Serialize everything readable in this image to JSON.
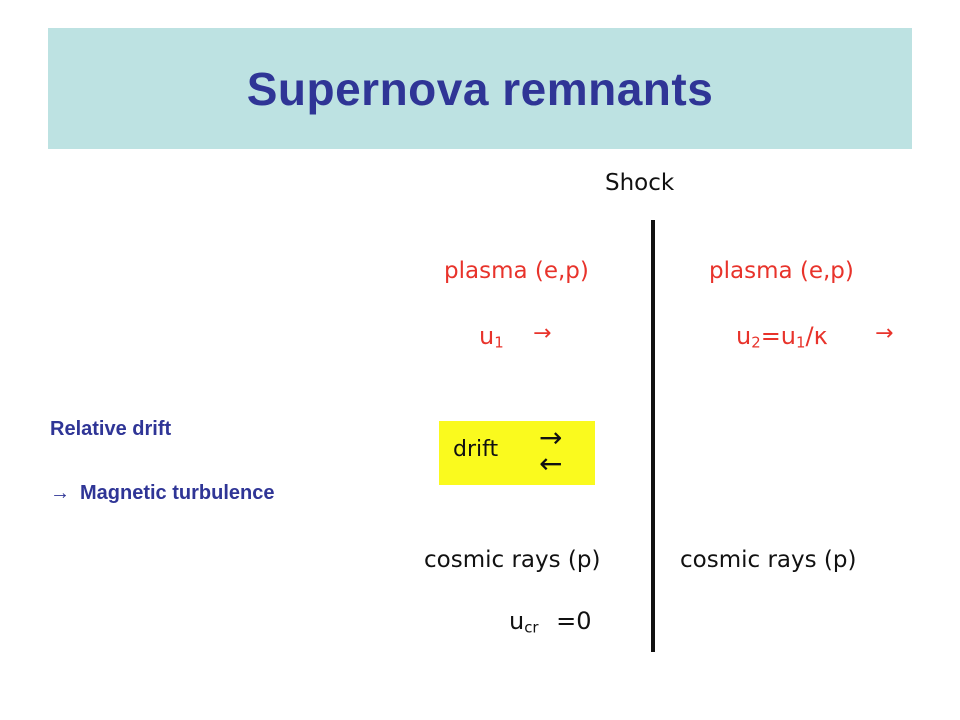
{
  "slide": {
    "title": "Supernova remnants",
    "left_notes": {
      "line1": "Relative drift",
      "arrow": "→",
      "line2": "Magnetic turbulence"
    }
  },
  "diagram": {
    "shock_label": "Shock",
    "upstream": {
      "plasma_label": "plasma (e,p)",
      "velocity_symbol": "u",
      "velocity_sub": "1",
      "velocity_arrow": "→",
      "cosmic_rays_label": "cosmic rays (p)",
      "cr_velocity_symbol": "u",
      "cr_velocity_sub": "cr",
      "cr_velocity_value": "=0"
    },
    "downstream": {
      "plasma_label": "plasma (e,p)",
      "velocity_symbol": "u",
      "velocity_sub": "2",
      "velocity_eq": "=u",
      "velocity_eq_sub": "1",
      "velocity_ratio": "/κ",
      "velocity_arrow": "→",
      "cosmic_rays_label": "cosmic rays (p)"
    },
    "drift_box": {
      "label": "drift",
      "arrow_right": "→",
      "arrow_left": "←",
      "color": "#fafa1e"
    }
  },
  "colors": {
    "title_bg": "#bde2e2",
    "title_text": "#2f3596",
    "plasma_text": "#e8332b",
    "diagram_text": "#111111"
  }
}
